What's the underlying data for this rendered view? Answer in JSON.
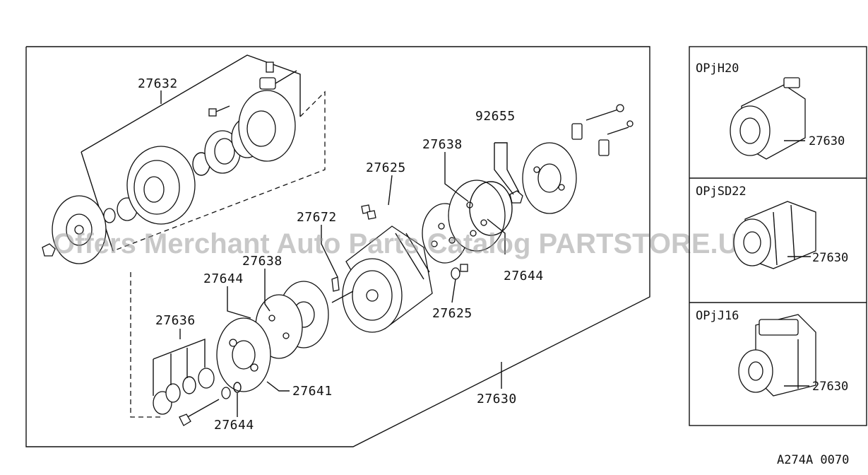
{
  "diagram": {
    "part_labels": {
      "p27632": "27632",
      "p92655": "92655",
      "p27638_top": "27638",
      "p27625_top": "27625",
      "p27672": "27672",
      "p27638_mid": "27638",
      "p27644_left": "27644",
      "p27644_right": "27644",
      "p27625_mid": "27625",
      "p27636": "27636",
      "p27641": "27641",
      "p27644_bottom": "27644",
      "p27630_main": "27630"
    },
    "variants": [
      {
        "title": "OPjH20",
        "part": "27630"
      },
      {
        "title": "OPjSD22",
        "part": "27630"
      },
      {
        "title": "OPjJ16",
        "part": "27630"
      }
    ],
    "diagram_code": "A274A 0070",
    "watermark": "Offers Merchant Auto Parts Catalog PARTSTORE.USA"
  }
}
